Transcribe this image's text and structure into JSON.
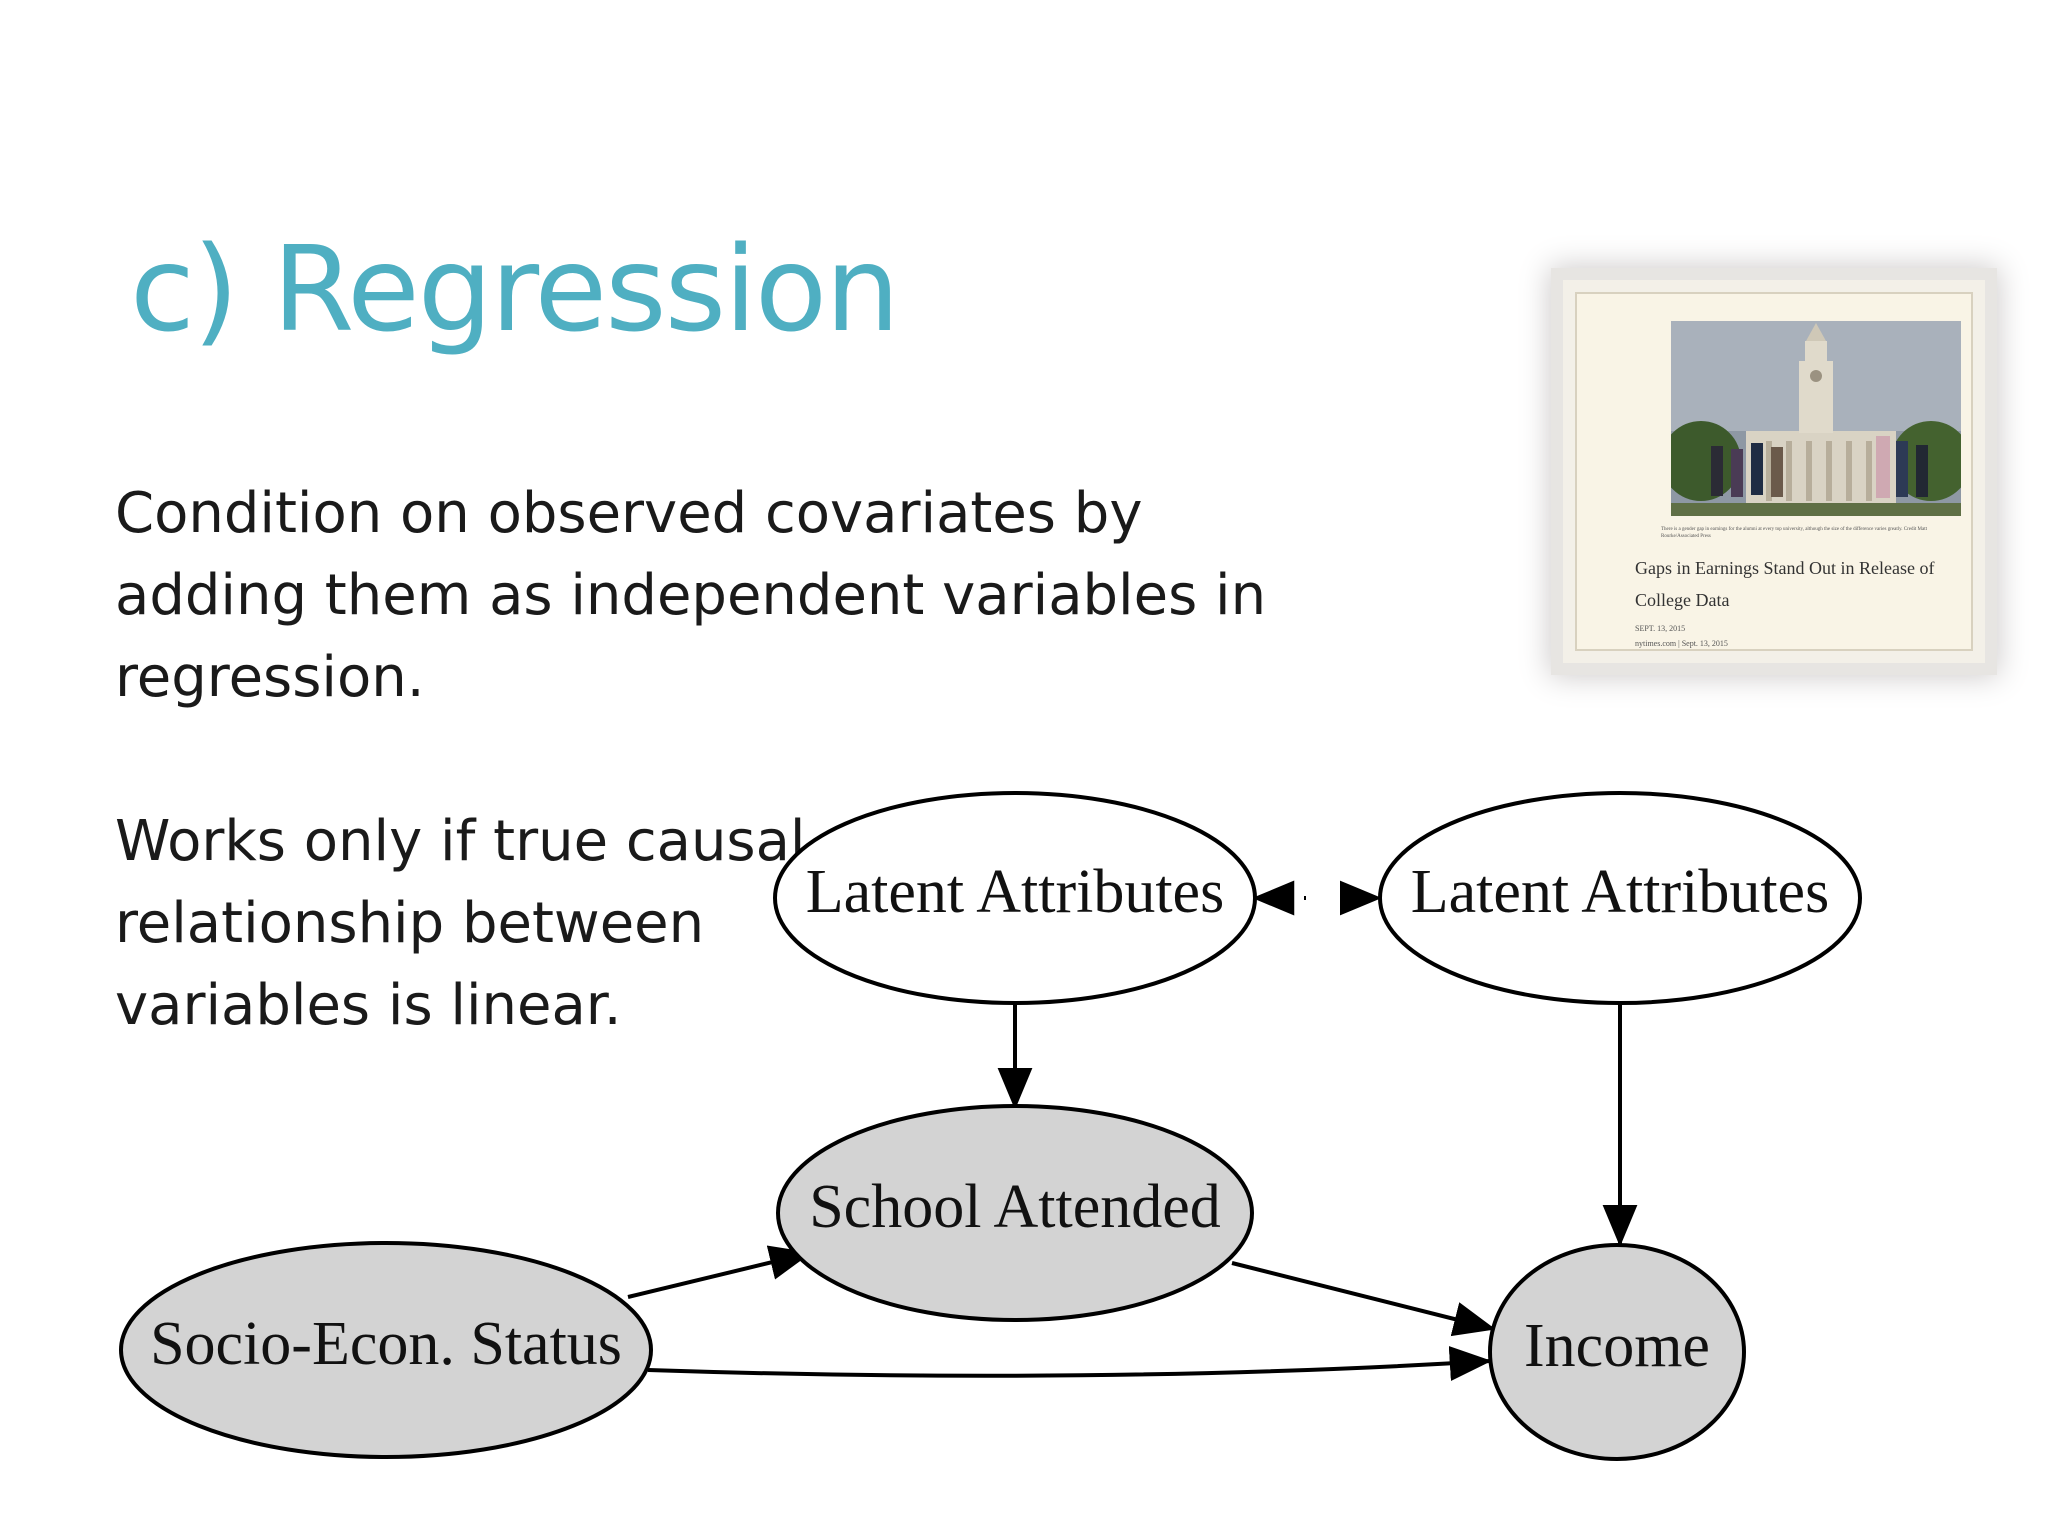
{
  "slide": {
    "title": "c) Regression",
    "title_color": "#4FAFC2",
    "paragraph1_lines": [
      "Condition on observed covariates by",
      "adding them as independent variables in",
      "regression."
    ],
    "paragraph2_lines": [
      "Works only if true causal",
      "relationship between",
      "variables is linear."
    ]
  },
  "diagram": {
    "nodes": {
      "latent_left": {
        "label": "Latent Attributes",
        "fill": "#ffffff"
      },
      "latent_right": {
        "label": "Latent Attributes",
        "fill": "#ffffff"
      },
      "school": {
        "label": "School Attended",
        "fill": "#d3d3d3"
      },
      "socio": {
        "label": "Socio-Econ. Status",
        "fill": "#d3d3d3"
      },
      "income": {
        "label": "Income",
        "fill": "#d3d3d3"
      }
    },
    "edges": [
      {
        "from": "latent_left",
        "to": "school",
        "style": "solid"
      },
      {
        "from": "latent_right",
        "to": "income",
        "style": "solid"
      },
      {
        "from": "socio",
        "to": "school",
        "style": "solid"
      },
      {
        "from": "school",
        "to": "income",
        "style": "solid"
      },
      {
        "from": "socio",
        "to": "income",
        "style": "solid"
      },
      {
        "from": "latent_left",
        "to": "latent_right",
        "style": "dotted",
        "bidirectional": true
      }
    ]
  },
  "news_card": {
    "caption": "There is a gender gap in earnings for the alumni at every top university, although the size of the difference varies greatly. Credit Matt Rourke/Associated Press",
    "headline": "Gaps in Earnings Stand Out in Release of College Data",
    "date": "SEPT. 13, 2015",
    "source": "nytimes.com | Sept. 13, 2015"
  }
}
